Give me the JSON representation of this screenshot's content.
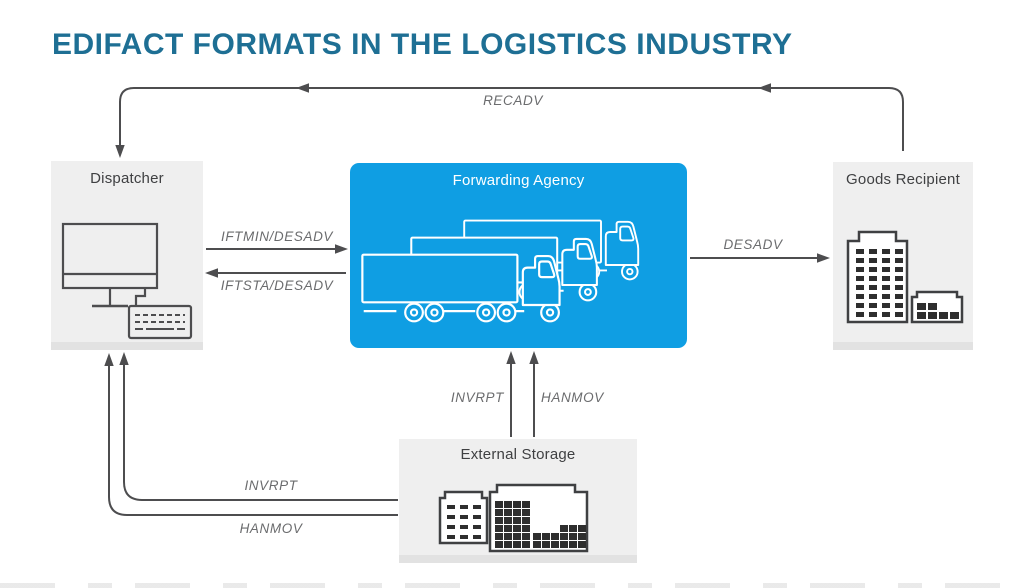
{
  "title": "EDIFACT FORMATS IN THE LOGISTICS INDUSTRY",
  "colors": {
    "title": "#1e6f94",
    "accent_blue": "#0f9ee3",
    "box_background": "#efefef",
    "box_shadow_strip": "#e2e2e2",
    "line_gray": "#4d4d4f",
    "edge_label_gray": "#6b6c6e",
    "node_label_gray": "#3f4042"
  },
  "nodes": {
    "dispatcher": {
      "label": "Dispatcher",
      "icon": "computer-icon"
    },
    "forwarding_agency": {
      "label": "Forwarding Agency",
      "icon": "trucks-icon"
    },
    "goods_recipient": {
      "label": "Goods Recipient",
      "icon": "office-buildings-icon"
    },
    "external_storage": {
      "label": "External Storage",
      "icon": "warehouse-icon"
    }
  },
  "edges": {
    "recadv": {
      "label": "RECADV",
      "from": "Goods Recipient",
      "to": "Dispatcher"
    },
    "iftmin_desadv": {
      "label": "IFTMIN/DESADV",
      "from": "Dispatcher",
      "to": "Forwarding Agency"
    },
    "iftsta_desadv": {
      "label": "IFTSTA/DESADV",
      "from": "Forwarding Agency",
      "to": "Dispatcher"
    },
    "desadv": {
      "label": "DESADV",
      "from": "Forwarding Agency",
      "to": "Goods Recipient"
    },
    "invrpt_to_agency": {
      "label": "INVRPT",
      "from": "External Storage",
      "to": "Forwarding Agency"
    },
    "hanmov_to_agency": {
      "label": "HANMOV",
      "from": "External Storage",
      "to": "Forwarding Agency"
    },
    "invrpt_to_dispatcher": {
      "label": "INVRPT",
      "from": "External Storage",
      "to": "Dispatcher"
    },
    "hanmov_to_dispatcher": {
      "label": "HANMOV",
      "from": "External Storage",
      "to": "Dispatcher"
    }
  }
}
